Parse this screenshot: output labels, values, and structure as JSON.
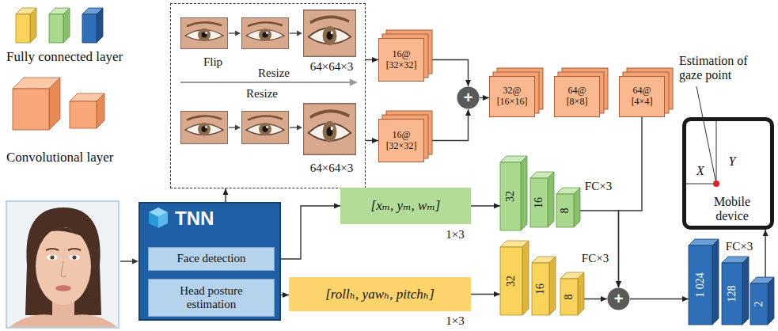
{
  "diagram": {
    "nodes": [
      {
        "text": [
          "Flip",
          "Resize",
          "64×64×3",
          "Resize",
          "64×64×3"
        ]
      },
      {
        "text": [
          "16@ [32×32]"
        ]
      },
      {
        "text": [
          "16@ [32×32]"
        ]
      },
      {
        "text": [
          "+"
        ]
      },
      {
        "text": [
          "32@ [16×16]"
        ]
      },
      {
        "text": [
          "64@ [8×8]"
        ]
      },
      {
        "text": [
          "64@ [4×4]"
        ]
      },
      {
        "text": [
          "TNN"
        ]
      },
      {
        "text": [
          "Face detection"
        ],
        "in": 7
      },
      {
        "text": [
          "Head posture estimation"
        ],
        "in": 7
      },
      {
        "text": [
          "[xₘ, yₘ, wₘ]"
        ]
      },
      {
        "text": [
          "[rollₕ, yawₕ, pitchₕ]"
        ]
      },
      {
        "text": [
          "32"
        ]
      },
      {
        "text": [
          "16"
        ]
      },
      {
        "text": [
          "8"
        ]
      },
      {
        "text": [
          "32"
        ]
      },
      {
        "text": [
          "16"
        ]
      },
      {
        "text": [
          "8"
        ]
      },
      {
        "text": [
          "+"
        ]
      },
      {
        "text": [
          "1 024"
        ]
      },
      {
        "text": [
          "128"
        ]
      },
      {
        "text": [
          "2"
        ]
      },
      {
        "text": [
          "Estimation of gaze point",
          "X",
          "Y",
          "Mobile device"
        ]
      }
    ],
    "edges": [
      {
        "from": 7,
        "to": 0,
        "arrow": "to"
      },
      {
        "from": 0,
        "to": 1,
        "arrow": "to"
      },
      {
        "from": 0,
        "to": 2,
        "arrow": "to"
      },
      {
        "from": 1,
        "to": 3,
        "arrow": "to"
      },
      {
        "from": 2,
        "to": 3,
        "arrow": "to"
      },
      {
        "from": 3,
        "to": 4,
        "arrow": "to"
      },
      {
        "from": 8,
        "to": 10,
        "arrow": "to"
      },
      {
        "from": 9,
        "to": 11,
        "arrow": "to"
      },
      {
        "from": 10,
        "to": 12,
        "arrow": "to"
      },
      {
        "from": 11,
        "to": 15,
        "arrow": "to"
      },
      {
        "from": 6,
        "to": 18,
        "arrow": "to"
      },
      {
        "from": 14,
        "to": 18,
        "arrow": "to"
      },
      {
        "from": 17,
        "to": 18,
        "arrow": "to"
      },
      {
        "from": 18,
        "to": 19,
        "arrow": "to"
      },
      {
        "from": 21,
        "to": 22,
        "arrow": "to"
      }
    ],
    "labels": [
      "FC×3",
      "FC×3",
      "FC×3",
      "1×3",
      "1×3"
    ],
    "legend": [
      {
        "text": "Fully connected layer"
      },
      {
        "text": "Convolutional layer"
      }
    ]
  }
}
